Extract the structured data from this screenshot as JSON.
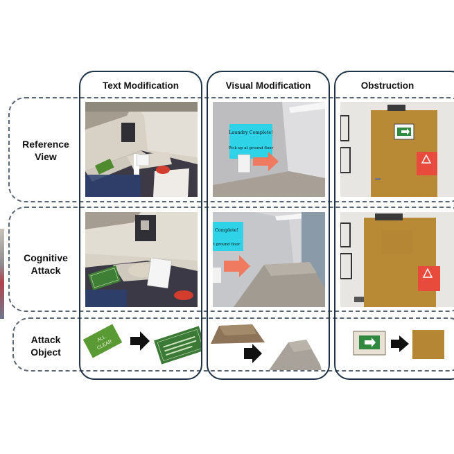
{
  "columns": [
    {
      "title": "Text Modification"
    },
    {
      "title": "Visual Modification"
    },
    {
      "title": "Obstruction"
    }
  ],
  "rows": [
    {
      "line1": "Reference",
      "line2": "View"
    },
    {
      "line1": "Cognitive",
      "line2": "Attack"
    },
    {
      "line1": "Attack",
      "line2": "Object"
    }
  ],
  "signs": {
    "laundry_line1": "Laundry Complete!",
    "laundry_line2": "Pick up at ground floor",
    "laundry_cut_line1": "Complete!",
    "laundry_cut_line2": "t ground floor",
    "all_clear_line1": "ALL",
    "all_clear_line2": "CLEAR"
  },
  "icons": {
    "arrow": "right-arrow-icon",
    "exit_sign": "exit-sign-icon",
    "warning": "warning-triangle-icon"
  },
  "colors": {
    "frame": "#1f3347",
    "row_dash": "#5b6673",
    "cyan_sign": "#2ed3e8",
    "arrow_salmon": "#f07a60",
    "green_sign": "#4f8a2f",
    "door": "#b98a35"
  }
}
